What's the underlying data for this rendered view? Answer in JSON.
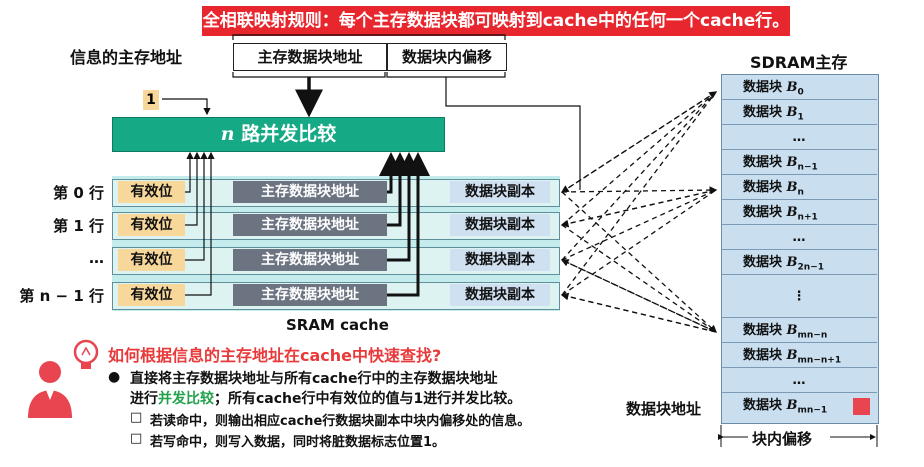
{
  "title": "全相联映射规则：每个主存数据块都可映射到cache中的任何一个cache行。",
  "address": {
    "label": "信息的主存地址",
    "tag_field": "主存数据块地址",
    "offset_field": "数据块内偏移"
  },
  "comparator": {
    "n": "n",
    "label": "路并发比较",
    "input_value": "1"
  },
  "cache": {
    "label": "SRAM cache",
    "rows": [
      {
        "label": "第 0 行",
        "valid": "有效位",
        "tag": "主存数据块地址",
        "data": "数据块副本"
      },
      {
        "label": "第 1 行",
        "valid": "有效位",
        "tag": "主存数据块地址",
        "data": "数据块副本"
      },
      {
        "label": "…",
        "valid": "有效位",
        "tag": "主存数据块地址",
        "data": "数据块副本"
      },
      {
        "label": "第 n − 1 行",
        "valid": "有效位",
        "tag": "主存数据块地址",
        "data": "数据块副本"
      }
    ]
  },
  "sdram": {
    "label": "SDRAM主存",
    "block_word": "数据块",
    "blocks": [
      {
        "sym": "B",
        "sub": "0"
      },
      {
        "sym": "B",
        "sub": "1"
      },
      {
        "ellipsis": "…"
      },
      {
        "sym": "B",
        "sub": "n−1"
      },
      {
        "sym": "B",
        "sub": "n"
      },
      {
        "sym": "B",
        "sub": "n+1"
      },
      {
        "ellipsis": "…"
      },
      {
        "sym": "B",
        "sub": "2n−1"
      },
      {
        "ellipsis": "⋮"
      },
      {
        "sym": "B",
        "sub": "mn−n"
      },
      {
        "sym": "B",
        "sub": "mn−n+1"
      },
      {
        "ellipsis": "…"
      },
      {
        "sym": "B",
        "sub": "mn−1"
      }
    ],
    "block_address_label": "数据块地址",
    "offset_label": "块内偏移"
  },
  "question": "如何根据信息的主存地址在cache中快速查找?",
  "answer": {
    "bullet": "●",
    "line1": "直接将主存数据块地址与所有cache行中的主存数据块地址",
    "line2_pre": "进行",
    "line2_highlight": "并发比较",
    "line2_post": "；所有cache行中有效位的值与1进行并发比较。",
    "sub_marker": "□",
    "sub1": "若读命中，则输出相应cache行数据块副本中块内偏移处的信息。",
    "sub2": "若写命中，则写入数据，同时将脏数据标志位置1。"
  },
  "colors": {
    "title_red": "#e8262d",
    "comparator_green": "#15a985",
    "valid_bit": "#f7d79a",
    "tag_gray": "#6c7381",
    "data_blue": "#cfe0f1",
    "highlight_green": "#21a24a"
  }
}
